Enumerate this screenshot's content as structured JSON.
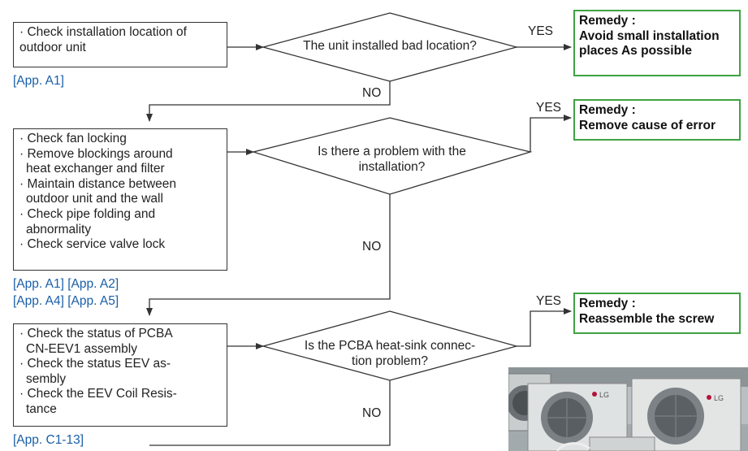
{
  "steps": [
    {
      "check_lines": [
        "· Check installation location of",
        "outdoor unit"
      ],
      "refs": [
        "[App. A1]"
      ],
      "question_lines": [
        "The unit installed bad location?"
      ],
      "yes_label": "YES",
      "no_label": "NO",
      "remedy_lines": [
        "Remedy :",
        "Avoid small installation",
        "places As possible"
      ]
    },
    {
      "check_lines": [
        "· Check fan locking",
        "· Remove blockings around",
        "  heat exchanger and filter",
        "· Maintain distance between",
        "  outdoor unit and the wall",
        "· Check pipe folding and",
        "  abnormality",
        "· Check service valve lock"
      ],
      "refs": [
        "[App. A1] [App. A2]",
        "[App. A4] [App. A5]"
      ],
      "question_lines": [
        "Is there a problem with the",
        "installation?"
      ],
      "yes_label": "YES",
      "no_label": "NO",
      "remedy_lines": [
        "Remedy :",
        "Remove cause of error"
      ]
    },
    {
      "check_lines": [
        "· Check the status of PCBA",
        "  CN-EEV1 assembly",
        "· Check the status EEV as-",
        "  sembly",
        "· Check the EEV Coil Resis-",
        "  tance"
      ],
      "refs": [
        "[App. C1-13]"
      ],
      "question_lines": [
        "Is the PCBA heat-sink connec-",
        "tion problem?"
      ],
      "yes_label": "YES",
      "no_label": "NO",
      "remedy_lines": [
        "Remedy :",
        "Reassemble the screw"
      ]
    }
  ],
  "colors": {
    "line": "#333333",
    "remedy_border": "#3fa243",
    "reference_text": "#1a5fa8"
  },
  "photo": {
    "brand_text": "LG"
  }
}
